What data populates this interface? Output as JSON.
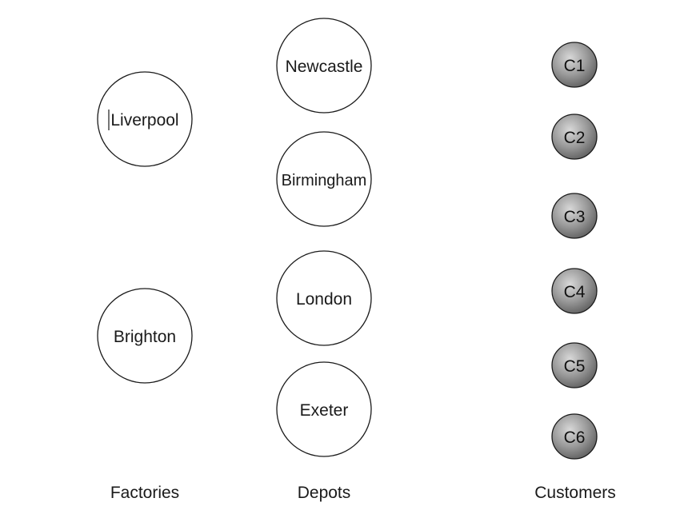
{
  "columns": {
    "factories": "Factories",
    "depots": "Depots",
    "customers": "Customers"
  },
  "factories": [
    {
      "label": "Liverpool"
    },
    {
      "label": "Brighton"
    }
  ],
  "depots": [
    {
      "label": "Newcastle"
    },
    {
      "label": "Birmingham"
    },
    {
      "label": "London"
    },
    {
      "label": "Exeter"
    }
  ],
  "customers": [
    {
      "label": "C1"
    },
    {
      "label": "C2"
    },
    {
      "label": "C3"
    },
    {
      "label": "C4"
    },
    {
      "label": "C5"
    },
    {
      "label": "C6"
    }
  ],
  "colors": {
    "node_fill": "#ffffff",
    "node_stroke": "#1a1a1a",
    "customer_fill_light": "#d0d0d0",
    "customer_fill_dark": "#6a6a6a",
    "customer_stroke": "#1a1a1a"
  }
}
